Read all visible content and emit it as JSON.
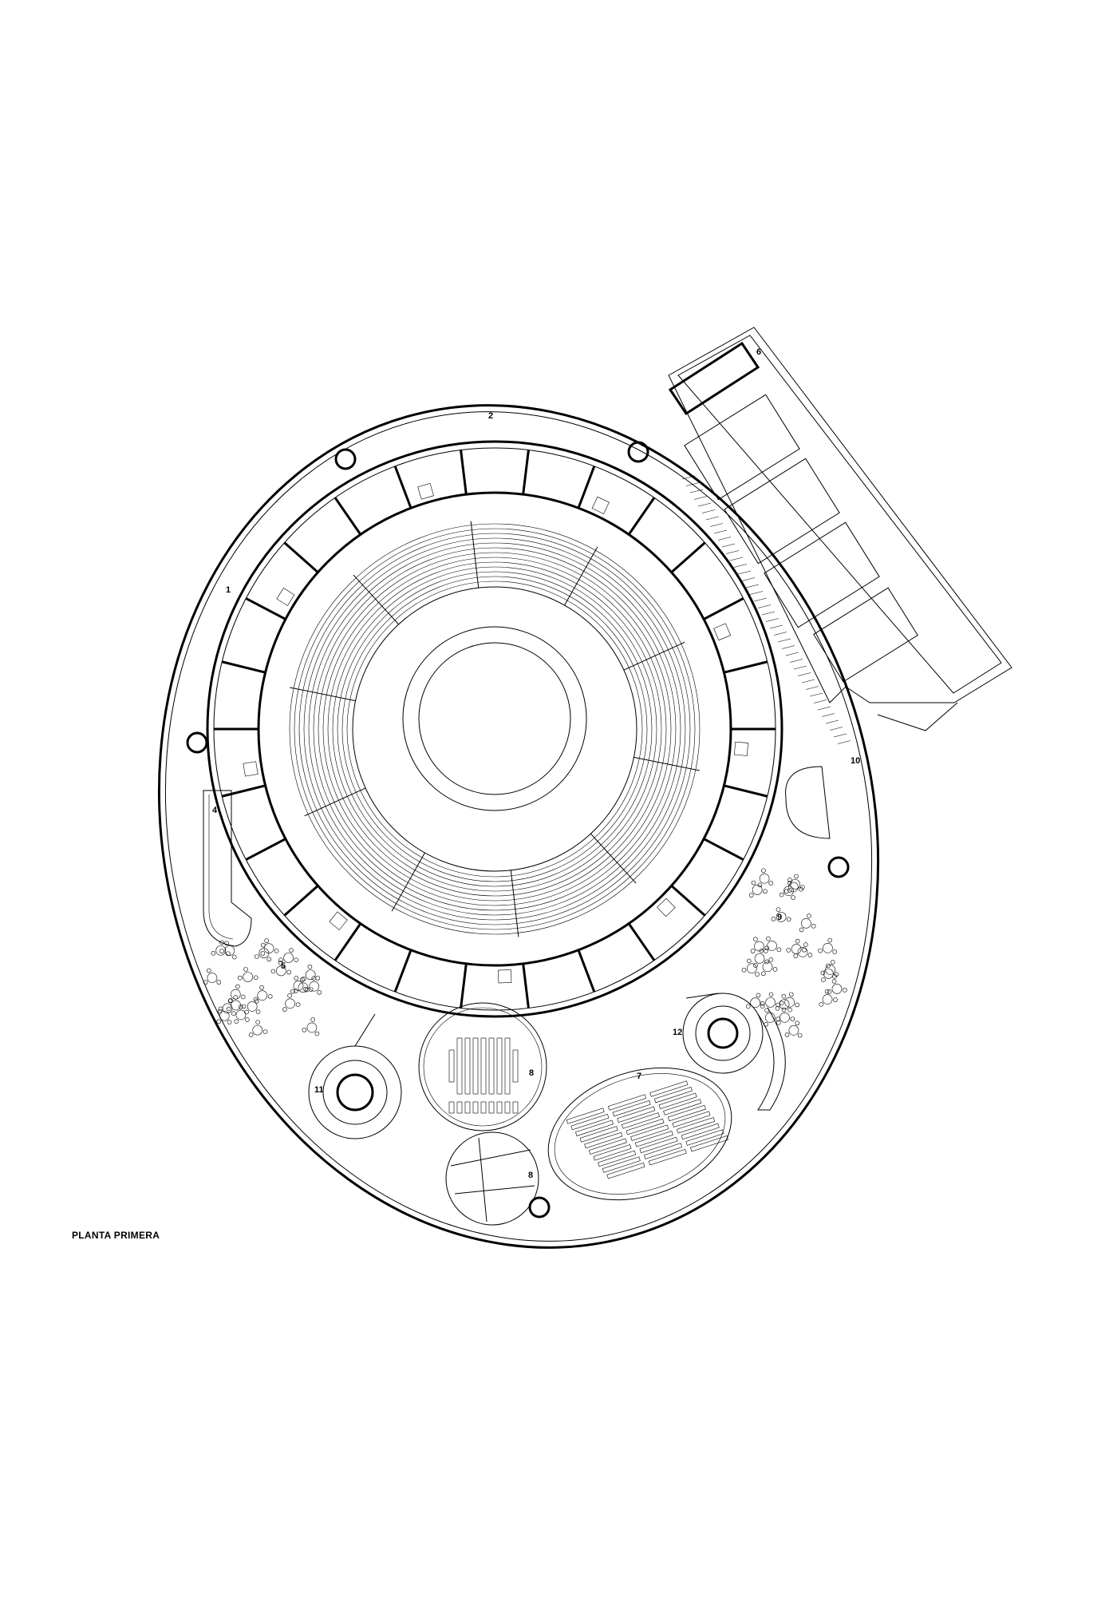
{
  "title": "PLANTA PRIMERA",
  "labels": {
    "l1": "1",
    "l2": "2",
    "l4": "4",
    "l5a": "5",
    "l6": "6",
    "l7": "7",
    "l8": "8",
    "l9": "9",
    "l10": "10",
    "l11": "11",
    "l12": "12",
    "l5b": "8"
  },
  "colors": {
    "line": "#000000",
    "background": "#ffffff"
  }
}
